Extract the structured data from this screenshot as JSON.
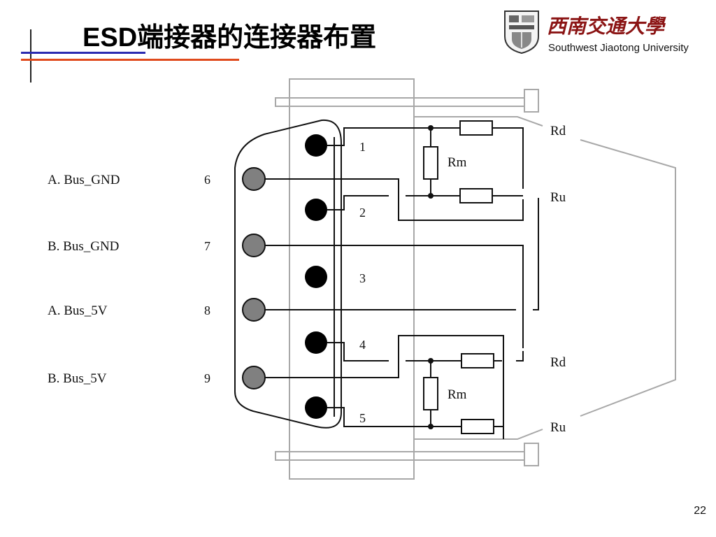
{
  "slide": {
    "title": "ESD端接器的连接器布置",
    "page_number": "22"
  },
  "logo": {
    "name_cn": "西南交通大學",
    "name_en": "Southwest Jiaotong University"
  },
  "diagram": {
    "pin_labels": [
      {
        "pin": "6",
        "signal": "A. Bus_GND"
      },
      {
        "pin": "7",
        "signal": "B. Bus_GND"
      },
      {
        "pin": "8",
        "signal": "A. Bus_5V"
      },
      {
        "pin": "9",
        "signal": "B. Bus_5V"
      }
    ],
    "inner_pins": [
      "1",
      "2",
      "3",
      "4",
      "5"
    ],
    "resistor_labels": {
      "rm_top": "Rm",
      "rm_bottom": "Rm",
      "rd_top": "Rd",
      "ru_top": "Ru",
      "rd_bottom": "Rd",
      "ru_bottom": "Ru"
    },
    "colors": {
      "line": "#111111",
      "housing": "#a8a8a8",
      "pin_filled": "#000000",
      "pin_grey": "#808080"
    }
  }
}
